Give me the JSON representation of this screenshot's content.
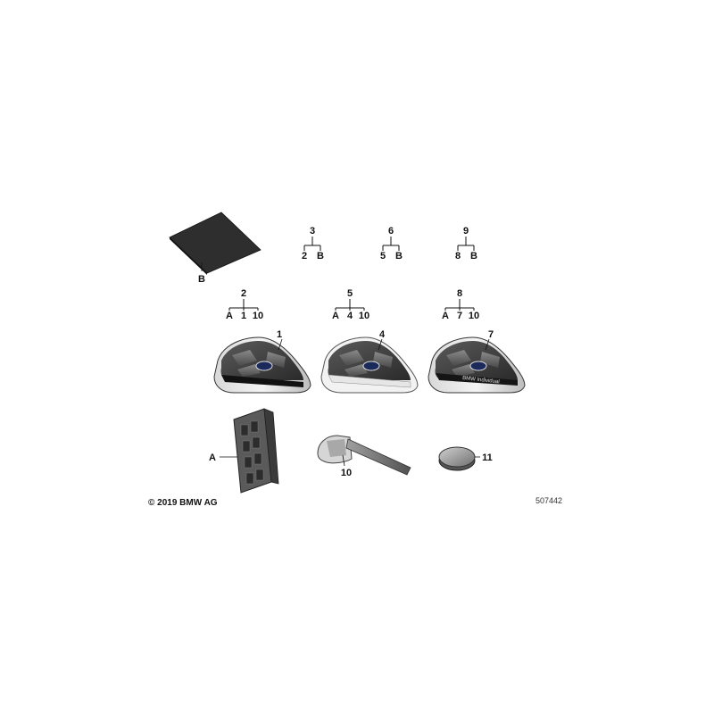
{
  "card": {
    "label": "B"
  },
  "trees": [
    {
      "id": "3",
      "children": [
        "2",
        "B"
      ]
    },
    {
      "id": "6",
      "children": [
        "5",
        "B"
      ]
    },
    {
      "id": "9",
      "children": [
        "8",
        "B"
      ]
    },
    {
      "id": "2",
      "children": [
        "A",
        "1",
        "10"
      ]
    },
    {
      "id": "5",
      "children": [
        "A",
        "4",
        "10"
      ]
    },
    {
      "id": "8",
      "children": [
        "A",
        "7",
        "10"
      ]
    }
  ],
  "callouts": {
    "key_1": "1",
    "key_4": "4",
    "key_7": "7",
    "module_a": "A",
    "emergency_key": "10",
    "battery": "11"
  },
  "key_text": "BMW Individual",
  "footer": {
    "copyright": "© 2019 BMW AG",
    "diagram_number": "507442"
  }
}
